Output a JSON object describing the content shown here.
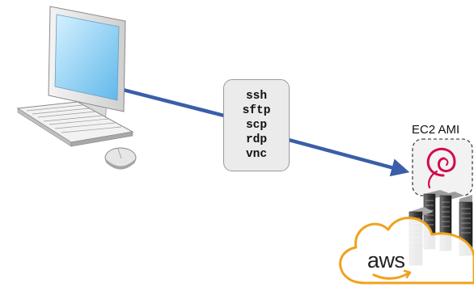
{
  "protocols": [
    "ssh",
    "sftp",
    "scp",
    "rdp",
    "vnc"
  ],
  "ami_label": "EC2 AMI",
  "cloud_label": "aws",
  "icons": {
    "workstation": "desktop-computer-icon",
    "os": "debian-swirl-icon",
    "servers": "server-rack-icon",
    "cloud": "aws-cloud-icon"
  },
  "colors": {
    "connection_arrow": "#3a5ea8",
    "cloud_outline": "#f0a21c",
    "aws_smile": "#f0a21c",
    "debian_swirl": "#d20a4c"
  }
}
